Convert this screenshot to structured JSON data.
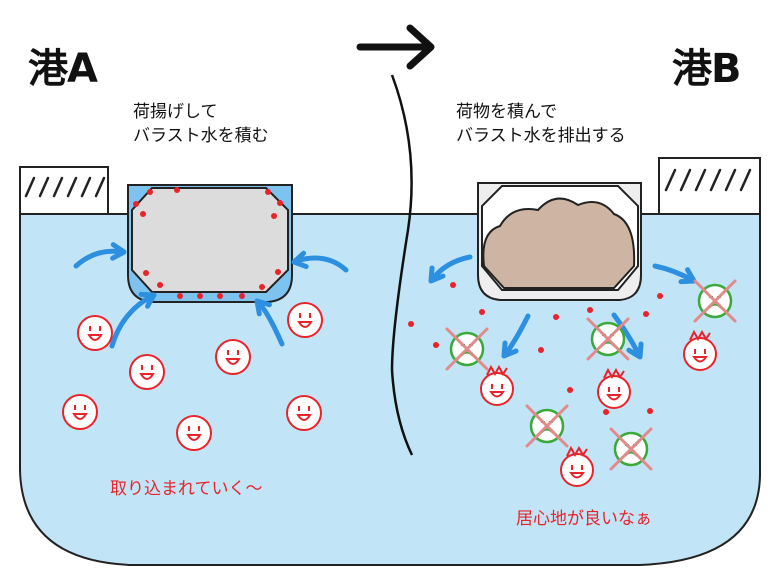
{
  "port_a": {
    "title": "港A",
    "caption_line1": "荷揚げして",
    "caption_line2": "バラスト水を積む",
    "organism_note": "取り込まれていく〜"
  },
  "port_b": {
    "title": "港B",
    "caption_line1": "荷物を積んで",
    "caption_line2": "バラスト水を排出する",
    "organism_note": "居心地が良いなぁ"
  },
  "colors": {
    "sea": "#c2e4f7",
    "ship_hull": "#dcdcdc",
    "cargo": "#cdb4a3",
    "flow_arrow": "#2d8fe0",
    "invasive_organism": "#e8232a",
    "native_organism": "#3aa93a",
    "cross_mark": "#e08a8a"
  }
}
